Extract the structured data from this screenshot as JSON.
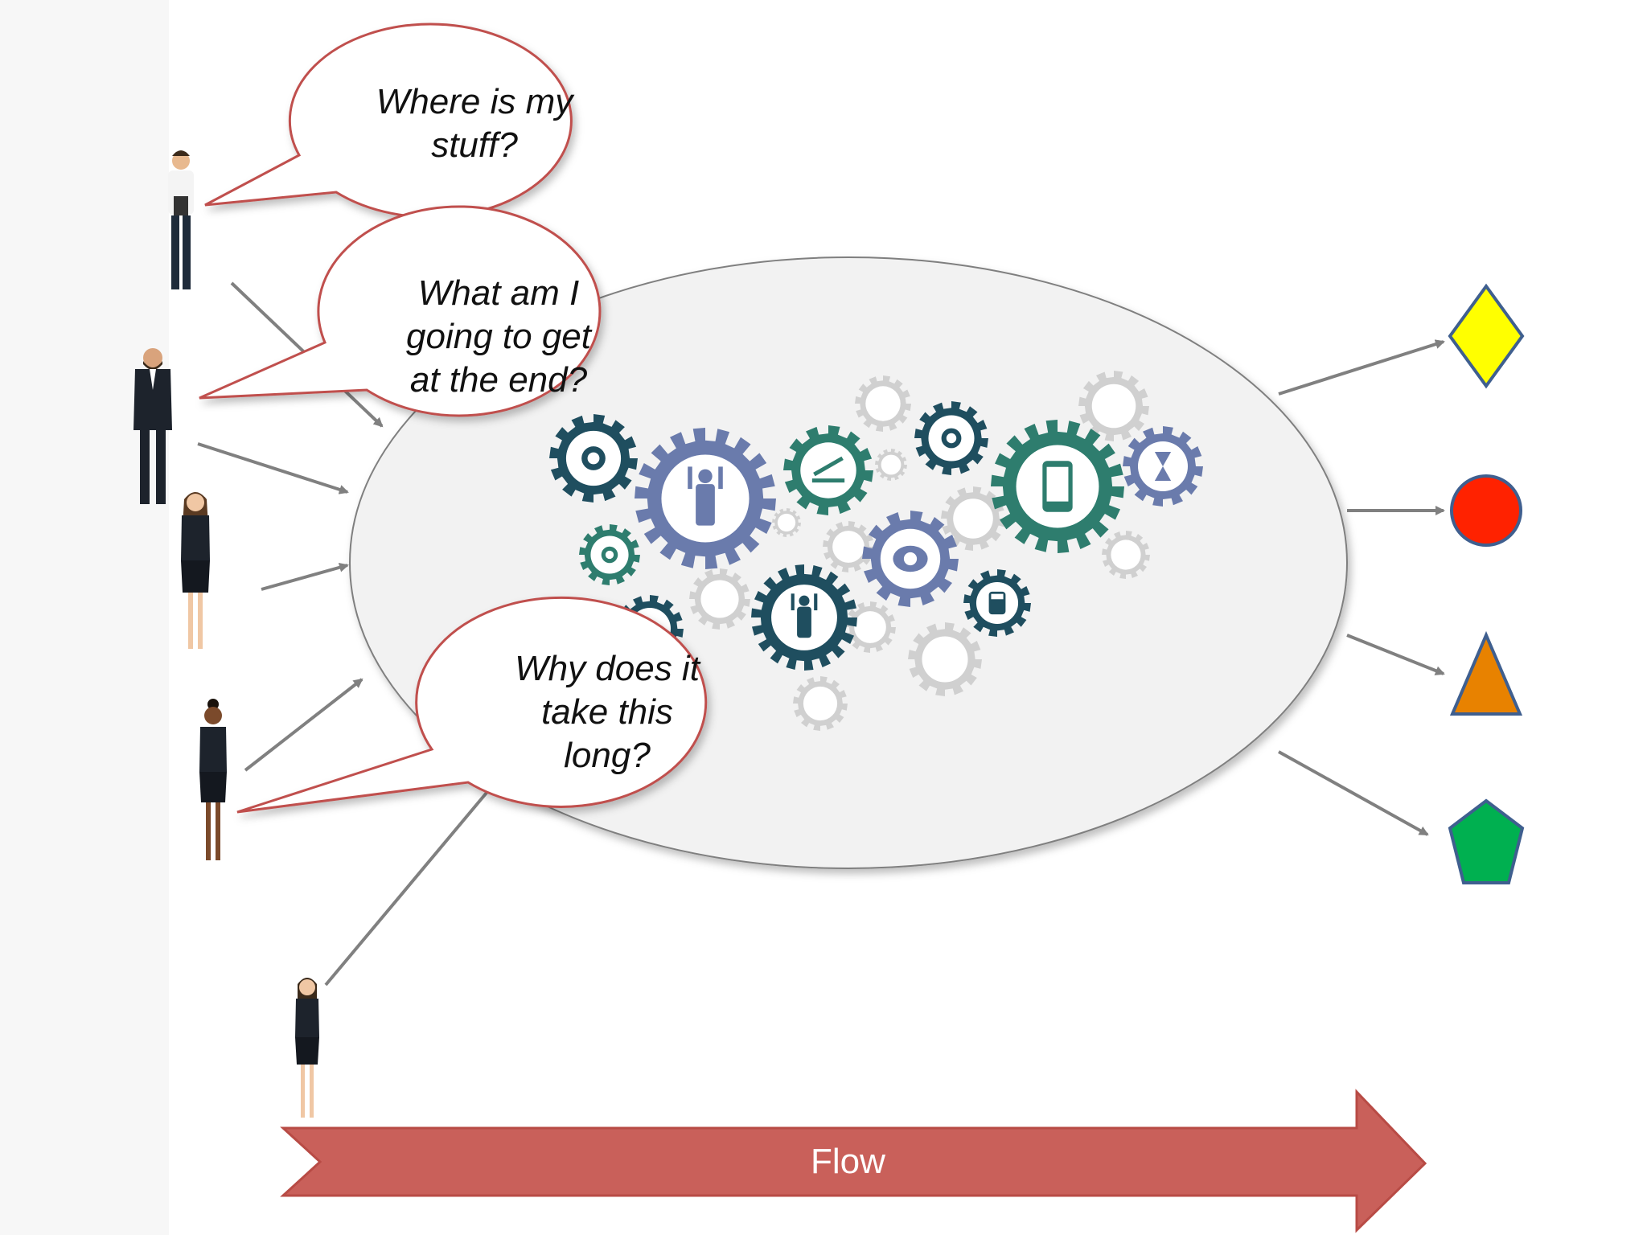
{
  "bubbles": [
    {
      "lines": [
        "Where is my",
        "stuff?"
      ]
    },
    {
      "lines": [
        "What am I",
        "going to get",
        "at the end?"
      ]
    },
    {
      "lines": [
        "Why does it",
        "take this",
        "long?"
      ]
    }
  ],
  "flow": {
    "label": "Flow"
  },
  "outputs": [
    {
      "shape": "diamond",
      "color": "#ffff00"
    },
    {
      "shape": "circle",
      "color": "#ff2200"
    },
    {
      "shape": "triangle",
      "color": "#e88200"
    },
    {
      "shape": "pentagon",
      "color": "#00b050"
    }
  ],
  "colors": {
    "bubble_border": "#c0504d",
    "flow_fill": "#c9605a",
    "flow_border": "#b84b45",
    "ellipse_fill": "#f2f2f2",
    "arrow": "#808080",
    "gear_green": "#2e7d6e",
    "gear_blue": "#6a7bac",
    "gear_navy": "#1f4e5f",
    "gear_gray": "#d0d0d0"
  },
  "icons": [
    "coins-icon",
    "person-arms-up-icon",
    "growth-chart-icon",
    "scales-icon",
    "smartphone-icon",
    "hourglass-icon",
    "signpost-icon",
    "piggy-bank-icon",
    "calculator-icon",
    "woman-icon"
  ]
}
